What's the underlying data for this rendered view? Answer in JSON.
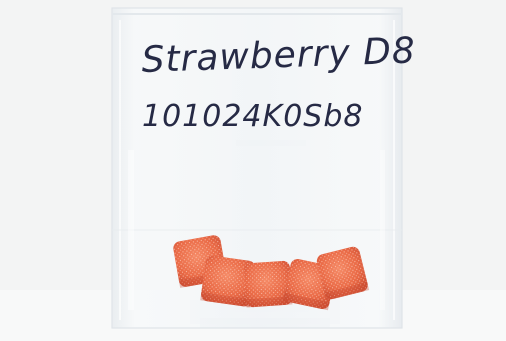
{
  "label": {
    "line1": "Strawberry D8",
    "line2": "101024K0Sb8"
  },
  "colors": {
    "background": "#f3f4f4",
    "bag": "#eef2f4",
    "ink": "#262a45",
    "gummy": "#ea6b47",
    "gummy_shadow": "#c8492e",
    "stand": "#e4e8ee"
  },
  "gummies": {
    "count": 5
  }
}
